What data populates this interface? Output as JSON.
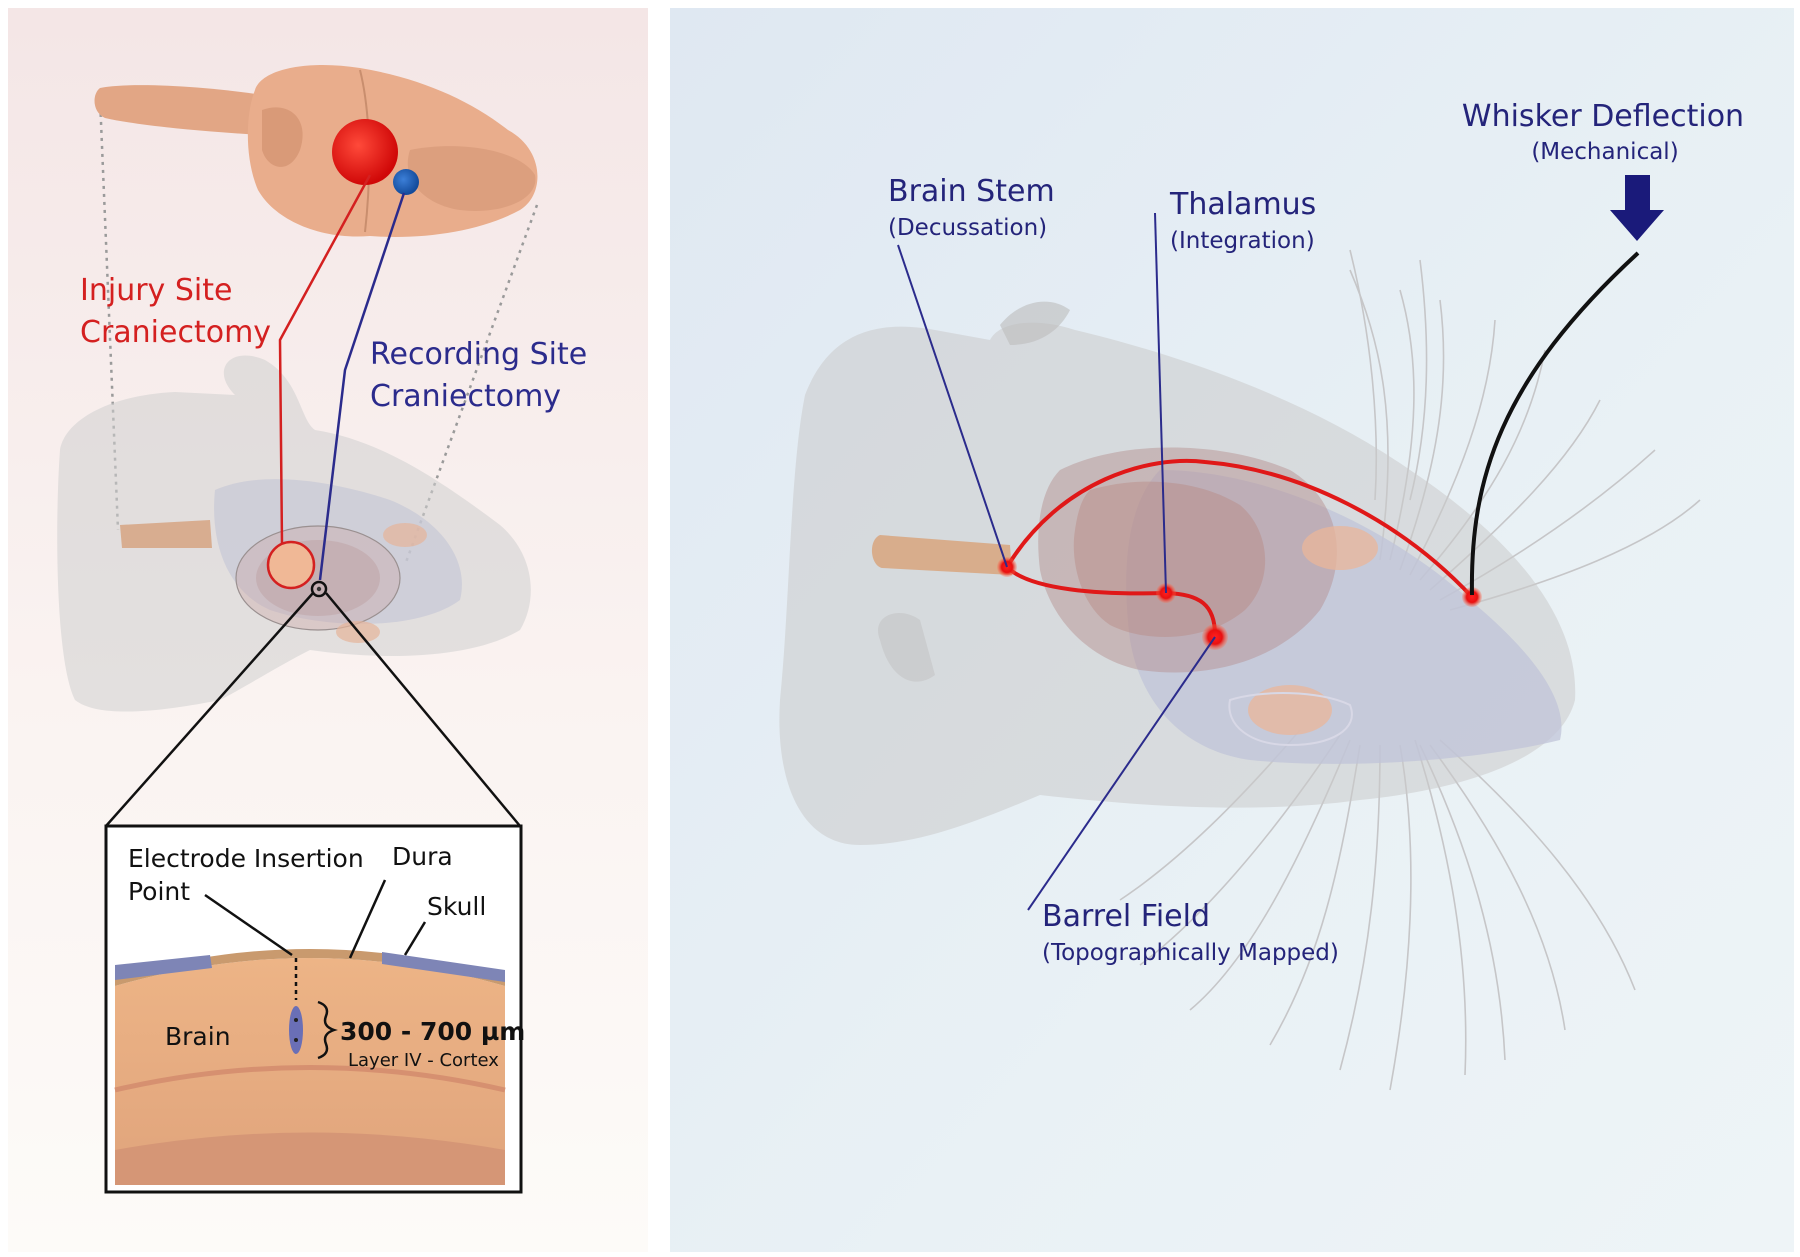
{
  "left_panel": {
    "injury_label_line1": "Injury Site",
    "injury_label_line2": "Craniectomy",
    "recording_label_line1": "Recording Site",
    "recording_label_line2": "Craniectomy",
    "inset": {
      "electrode_line1": "Electrode Insertion",
      "electrode_line2": "Point",
      "dura": "Dura",
      "skull": "Skull",
      "brain": "Brain",
      "depth": "300 - 700 µm",
      "layer": "Layer IV - Cortex"
    }
  },
  "right_panel": {
    "brain_stem": "Brain Stem",
    "brain_stem_sub": "(Decussation)",
    "thalamus": "Thalamus",
    "thalamus_sub": "(Integration)",
    "whisker": "Whisker Deflection",
    "whisker_sub": "(Mechanical)",
    "barrel": "Barrel Field",
    "barrel_sub": "(Topographically Mapped)"
  },
  "colors": {
    "injury": "#d42020",
    "recording": "#2b2b8c",
    "pathway": "#e01818",
    "label_blue": "#24247a"
  }
}
